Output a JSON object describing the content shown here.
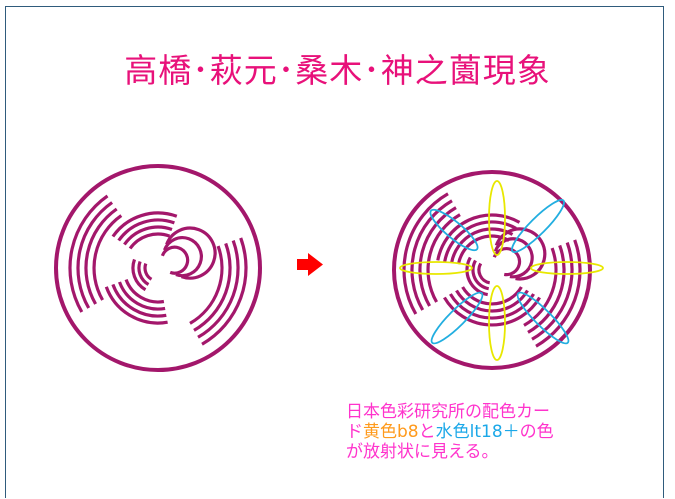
{
  "title": "高橋･萩元･桑木･神之薗現象",
  "caption": {
    "line1": "日本色彩研究所の配色カー",
    "line2_a": "ド",
    "line2_yellow": "黄色b8",
    "line2_b": "と",
    "line2_cyan": "水色lt18＋",
    "line2_c": "の色",
    "line3": "が放射状に見える。"
  },
  "colors": {
    "arc": "#a3176b",
    "arrow": "#ff0000",
    "yellow_ellipse": "#e8e800",
    "cyan_ellipse": "#22aee0",
    "title": "#e8117a"
  },
  "icons": {
    "arrow": "right-arrow-icon"
  }
}
